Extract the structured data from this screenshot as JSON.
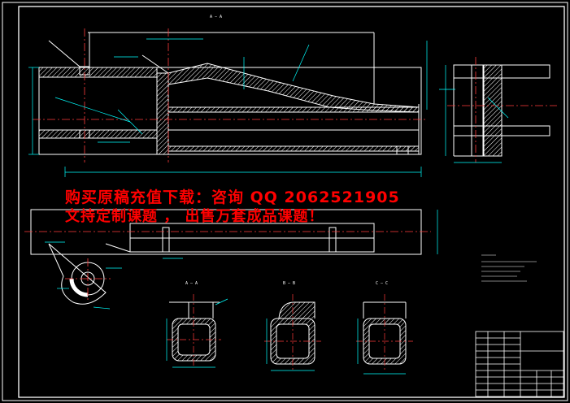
{
  "watermark": {
    "line1": "购买原稿充值下载：咨询 QQ 2062521905",
    "line2": "文持定制课题 ， 出售万套成品课题！"
  },
  "view_labels": {
    "top": "A — A",
    "section_a": "A — A",
    "section_b": "B — B",
    "section_c": "C — C"
  },
  "colors": {
    "background": "#000000",
    "outline": "#ffffff",
    "dimension": "#00ffff",
    "center_line": "#ff3b3b",
    "hatch": "#ffffff",
    "weld": "#ffff00",
    "watermark": "#ff0000"
  }
}
